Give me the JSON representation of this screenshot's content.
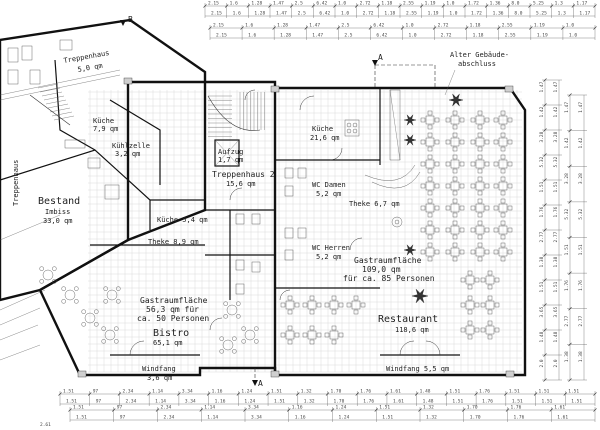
{
  "plan": {
    "section_marker_b": "B",
    "section_marker_a": "A",
    "note_old_building": "Alter Gebäude-\nabschluss",
    "rooms": {
      "treppenhaus_top": "Treppenhaus",
      "treppenhaus_top_area": "5,0 qm",
      "kueche_left": "Küche",
      "kueche_left_area": "7,9 qm",
      "kuehlzelle": "Kühlzelle",
      "kuehlzelle_area": "3,2 qm",
      "bestand": "Bestand",
      "bestand_sub": "Imbiss",
      "bestand_area": "33,0 qm",
      "kueche_main": "Küche",
      "kueche_main_area": "21,6 qm",
      "aufzug": "Aufzug",
      "aufzug_area": "1,7 qm",
      "treppenhaus2": "Treppenhaus 2",
      "treppenhaus2_area": "15,6 qm",
      "wc_damen": "WC Damen",
      "wc_damen_area": "5,2 qm",
      "theke_right": "Theke 6,7 qm",
      "kueche_small": "Küche 5,4 qm",
      "theke_left": "Theke 8,9 qm",
      "wc_herren": "WC Herren",
      "wc_herren_area": "5,2 qm",
      "gastraum_right": "Gastraumfläche",
      "gastraum_right_area": "109,0 qm",
      "gastraum_right_cap": "für ca. 85 Personen",
      "gastraum_left": "Gastraumfläche",
      "gastraum_left_area": "56,3 qm für",
      "gastraum_left_cap": "ca. 50 Personen",
      "bistro": "Bistro",
      "bistro_area": "65,1 qm",
      "restaurant": "Restaurant",
      "restaurant_area": "118,6 qm",
      "windfang_left": "Windfang",
      "windfang_left_area": "3,6 qm",
      "windfang_right": "Windfang 5,5 qm"
    },
    "dims_top": [
      "2.15",
      "1.6",
      "1.28",
      "1.47",
      "2.5",
      "6.42",
      "1.0",
      "2.72",
      "1.18",
      "2.55",
      "1.19",
      "1.0",
      "1.72",
      "1.36",
      "8.0",
      "5.25",
      "1.3",
      "1.17"
    ],
    "dims_bottom": [
      "1.51",
      "97",
      "2.34",
      "1.14",
      "3.34",
      "1.16",
      "1.24",
      "1.51",
      "1.32",
      "1.70",
      "1.76",
      "1.61",
      "1.48",
      "1.51",
      "1.76",
      "1.51",
      "1.51",
      "1.51"
    ],
    "dims_right": [
      "1.47",
      "1.42",
      "3.28",
      "5.32",
      "1.51",
      "1.76",
      "2.77",
      "1.38",
      "1.51",
      "3.65",
      "1.48",
      "2.0"
    ],
    "bottom_total": "2.61"
  }
}
